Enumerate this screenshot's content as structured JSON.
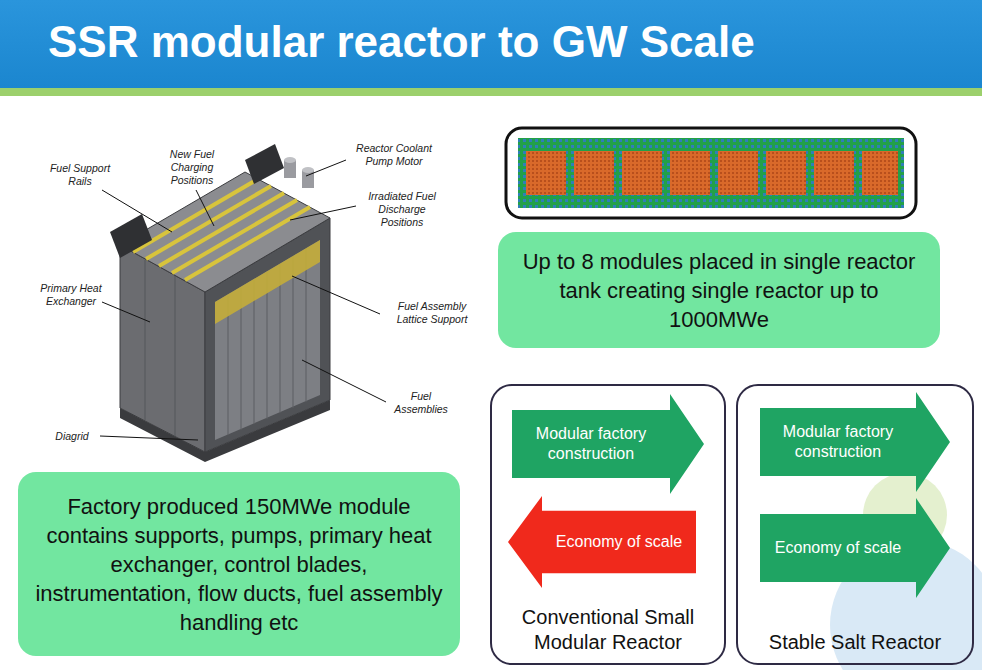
{
  "diagram": {
    "title": "SSR modular reactor to GW Scale",
    "nodes": [
      {
        "text": [
          "Up to 8 modules placed in single reactor tank creating single reactor up to 1000MWe"
        ]
      },
      {
        "text": [
          "Factory produced 150MWe module contains supports, pumps, primary heat exchanger, control blades, instrumentation, flow ducts, fuel assembly handling etc"
        ]
      },
      {
        "text": [
          "Conventional Small Modular Reactor"
        ]
      },
      {
        "text": [
          "Modular factory construction"
        ],
        "in": 2
      },
      {
        "text": [
          "Economy of scale"
        ],
        "in": 2
      },
      {
        "text": [
          "Stable Salt Reactor"
        ]
      },
      {
        "text": [
          "Modular factory construction"
        ],
        "in": 5
      },
      {
        "text": [
          "Economy of scale"
        ],
        "in": 5
      }
    ],
    "labels": [
      "Fuel Support Rails",
      "New Fuel Charging Positions",
      "Reactor Coolant Pump Motor",
      "Irradiated Fuel Discharge Positions",
      "Primary Heat Exchanger",
      "Fuel Assembly Lattice Support",
      "Diagrid",
      "Fuel Assemblies"
    ]
  }
}
